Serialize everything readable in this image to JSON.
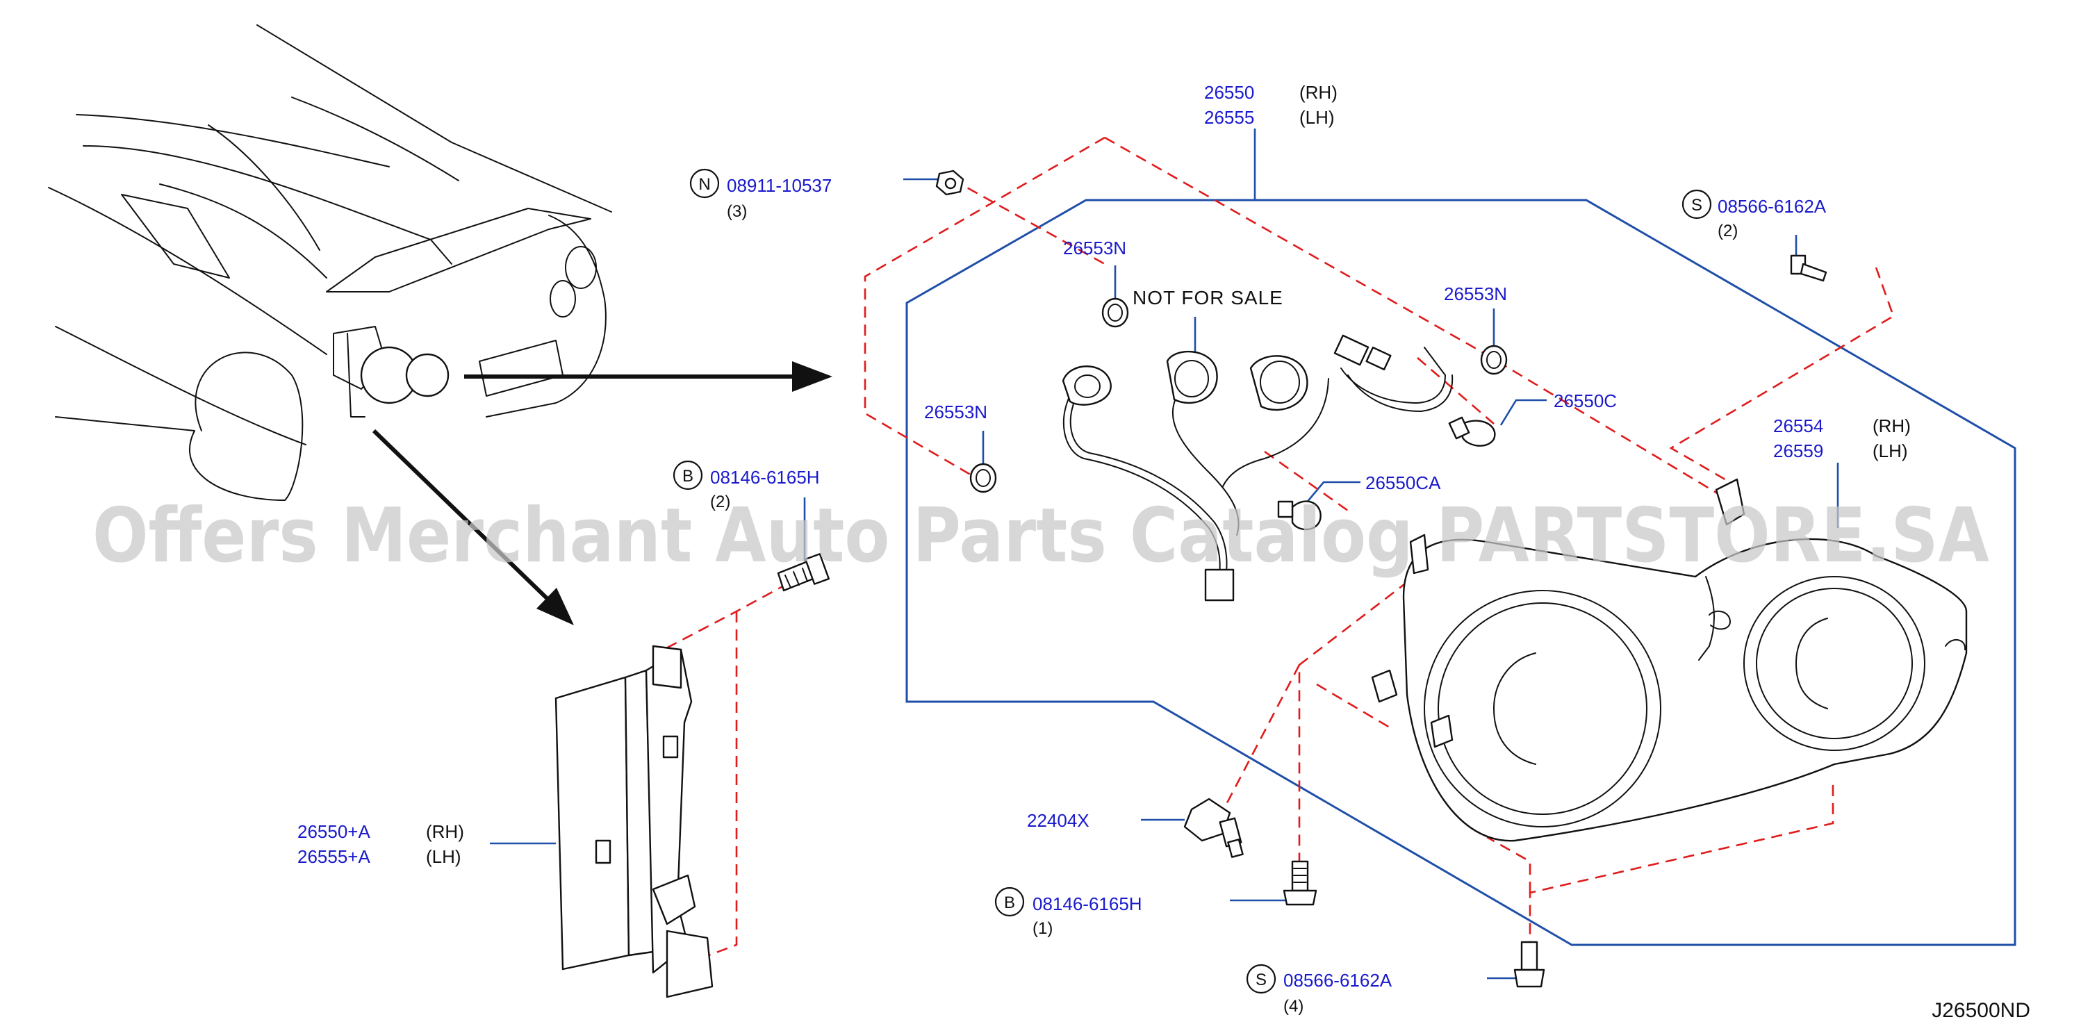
{
  "watermark": "Offers Merchant Auto Parts Catalog PARTSTORE.SA",
  "diagram_ref": "J26500ND",
  "not_for_sale": "NOT   FOR   SALE",
  "callouts": {
    "headlamp_assy": {
      "part1": "26550",
      "part2": "26555",
      "side1": "(RH)",
      "side2": "(LH)"
    },
    "nut": {
      "prefix": "N",
      "part": "08911-10537",
      "qty": "(3)"
    },
    "screw_top": {
      "prefix": "S",
      "part": "08566-6162A",
      "qty": "(2)"
    },
    "cap_a": {
      "part": "26553N"
    },
    "cap_b": {
      "part": "26553N"
    },
    "cap_c": {
      "part": "26553N"
    },
    "bulb_c": {
      "part": "26550C"
    },
    "bulb_ca": {
      "part": "26550CA"
    },
    "housing": {
      "part1": "26554",
      "part2": "26559",
      "side1": "(RH)",
      "side2": "(LH)"
    },
    "bolt_side": {
      "prefix": "B",
      "part": "08146-6165H",
      "qty": "(2)"
    },
    "side_lamp": {
      "part1": "26550+A",
      "part2": "26555+A",
      "side1": "(RH)",
      "side2": "(LH)"
    },
    "sensor": {
      "part": "22404X"
    },
    "bolt_bottom": {
      "prefix": "B",
      "part": "08146-6165H",
      "qty": "(1)"
    },
    "screw_bottom": {
      "prefix": "S",
      "part": "08566-6162A",
      "qty": "(4)"
    }
  },
  "colors": {
    "label": "#1a1acc",
    "dashed": "#e01b1b",
    "frame": "#1f4fa8",
    "watermark": "#c8c8c8"
  }
}
